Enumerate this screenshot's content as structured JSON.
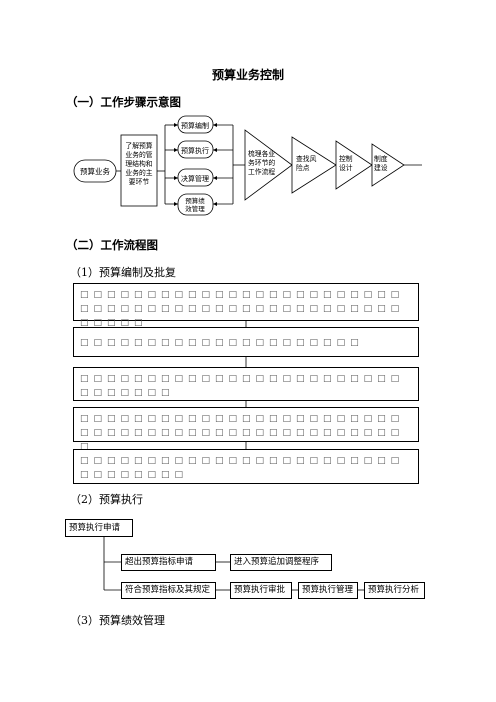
{
  "doc": {
    "title": "预算业务控制",
    "section1_heading": "（一）工作步骤示意图",
    "section2_heading": "（二）工作流程图",
    "sub1": "（1）预算编制及批复",
    "sub2": "（2）预算执行",
    "sub3": "（3）预算绩效管理"
  },
  "diagram1": {
    "start": "预算业务",
    "understand": [
      "了解预算",
      "业务的管",
      "理结构和",
      "业务的主",
      "要环节"
    ],
    "steps": [
      "预算编制",
      "预算执行",
      "决算管理",
      "预算绩",
      "效管理"
    ],
    "tri1": [
      "梳理各业",
      "务环节的",
      "工作流程"
    ],
    "tri2": [
      "查找风",
      "险点"
    ],
    "tri3": [
      "控制",
      "设计"
    ],
    "tri4": [
      "制度",
      "建设"
    ]
  },
  "boxes": [
    "□□□□□□□□□□□□□□□□□□□□□□□□□□□□□□□□□□□□□□□□□□□□□□□□□□□□□",
    "□□□□□□□□□□□□□□□□□□□□□",
    "□□□□□□□□□□□□□□□□□□□□□□□□□□□□□□□",
    "□□□□□□□□□□□□□□□□□□□□□□□□□□□□□□□□□□□□□□□□□□□□□□□□□",
    "□□□□□□□□□□□□□□□□□□□□□□□□□□□□□□□□"
  ],
  "exec": {
    "apply": "预算执行申请",
    "over": "超出预算指标申请",
    "adjust": "进入预算追加调整程序",
    "conform": "符合预算指标及其规定",
    "review": "预算执行审批",
    "manage": "预算执行管理",
    "analyze": "预算执行分析"
  }
}
